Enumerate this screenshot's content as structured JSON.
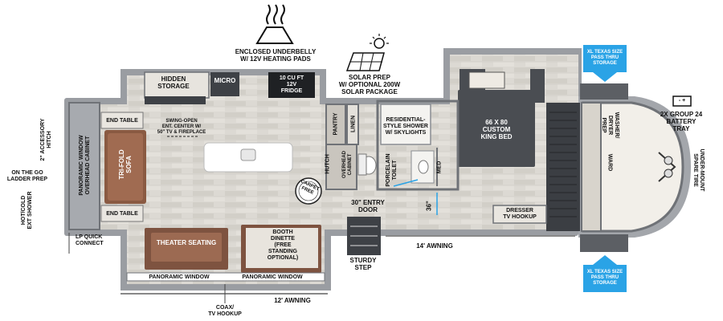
{
  "labels": {
    "underbelly": "ENCLOSED UNDERBELLY\nW/ 12V HEATING PADS",
    "solar": "SOLAR PREP\nW/ OPTIONAL 200W\nSOLAR PACKAGE",
    "hidden_storage": "HIDDEN\nSTORAGE",
    "micro": "MICRO",
    "fridge": "10 CU FT\n12V\nFRIDGE",
    "end_table_top": "END TABLE",
    "end_table_bottom": "END TABLE",
    "tri_fold_sofa": "TRI-FOLD\nSOFA",
    "panoramic_overhead": "PANORAMIC WINDOW\nOVERHEAD CABINET",
    "swing_open": "SWING-OPEN\nENT. CENTER W/\n50\" TV & FIREPLACE",
    "pantry": "PANTRY",
    "linen": "LINEN",
    "hutch": "HUTCH",
    "overhead_cabinet": "OVERHEAD\nCABINET",
    "shower": "RESIDENTIAL-\nSTYLE SHOWER\nW/ SKYLIGHTS",
    "porcelain_toilet": "PORCELAIN\nTOILET",
    "med": "MED",
    "king_bed": "66 X 80\nCUSTOM\nKING BED",
    "carpet_free": "CARPET\nFREE",
    "entry_door": "30\" ENTRY\nDOOR",
    "door_36": "36\"",
    "dresser": "DRESSER\nTV HOOKUP",
    "washer_dryer": "WASHER/\nDRYER\nPREP",
    "ward": "WARD",
    "xl_top": "XL TEXAS SIZE\nPASS THRU\nSTORAGE",
    "xl_bottom": "XL TEXAS SIZE\nPASS THRU\nSTORAGE",
    "battery": "2X GROUP 24\nBATTERY\nTRAY",
    "spare_tire": "UNDER-MOUNT\nSPARE TIRE",
    "accessory_hitch": "2\" ACCESSORY\nHITCH",
    "ladder_prep": "ON THE GO\nLADDER PREP",
    "ext_shower": "HOT/COLD\nEXT SHOWER",
    "lp_quick": "LP QUICK\nCONNECT",
    "theater": "THEATER SEATING",
    "booth_dinette": "BOOTH\nDINETTE\n(FREE\nSTANDING\nOPTIONAL)",
    "panoramic_left": "PANORAMIC WINDOW",
    "panoramic_right": "PANORAMIC WINDOW",
    "sturdy_step": "STURDY\nSTEP",
    "awning_14": "14' AWNING",
    "awning_12": "12' AWNING",
    "coax": "COAX/\nTV HOOKUP",
    "battery_symbol": "- +"
  },
  "colors": {
    "wall": "#8c8f94",
    "wall_dark": "#5b5e63",
    "floor": "#d9d6d0",
    "sofa": "#8a5a42",
    "cabinet_dark": "#3e4146",
    "bed": "#4a4d52",
    "blue": "#2aa3e6",
    "white": "#ffffff"
  }
}
